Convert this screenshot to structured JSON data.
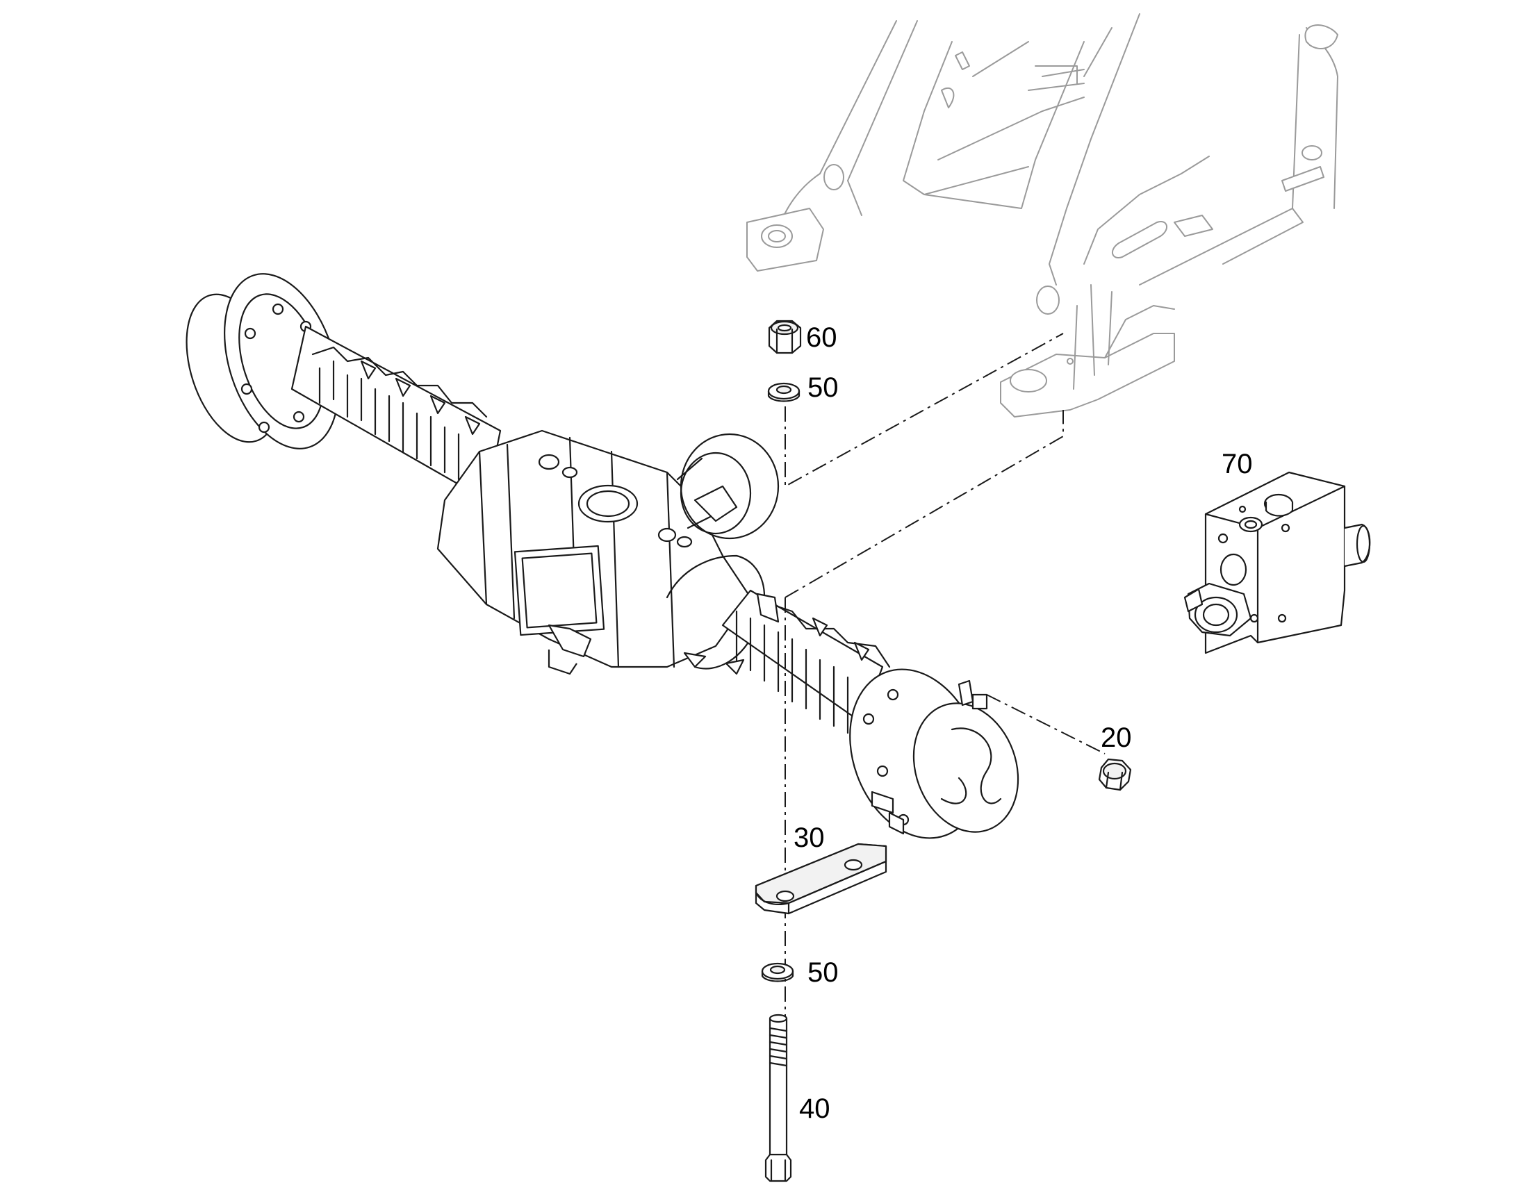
{
  "callouts": {
    "c20": "20",
    "c30": "30",
    "c40": "40",
    "c50_top": "50",
    "c50_bottom": "50",
    "c60": "60",
    "c70": "70"
  },
  "parts": [
    {
      "ref": "20",
      "icon": "nut-icon"
    },
    {
      "ref": "30",
      "icon": "spacer-plate-icon"
    },
    {
      "ref": "40",
      "icon": "bolt-icon"
    },
    {
      "ref": "50",
      "icon": "washer-icon"
    },
    {
      "ref": "60",
      "icon": "nut-icon"
    },
    {
      "ref": "70",
      "icon": "valve-block-icon"
    }
  ],
  "colors": {
    "line": "#1a1a1a",
    "frame": "#9a9a9a",
    "background": "#ffffff"
  }
}
